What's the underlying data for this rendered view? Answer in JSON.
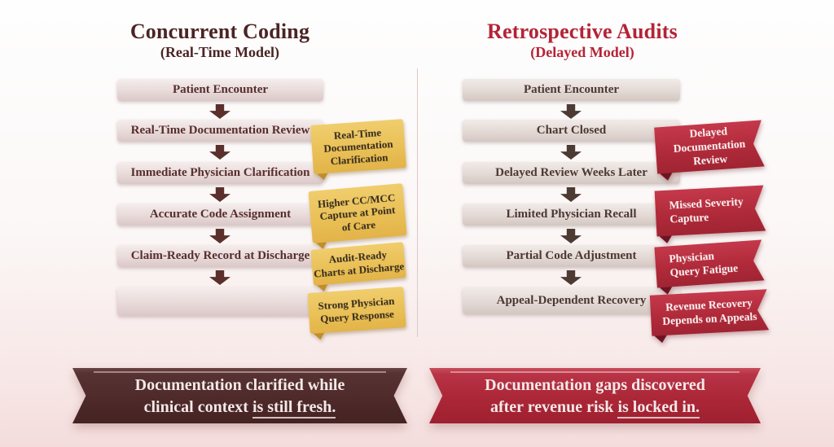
{
  "colors": {
    "left_accent": "#4b2424",
    "right_accent": "#b42336",
    "yellow_tag": "#e9bf55",
    "red_ribbon": "#b02a3a",
    "left_banner": "#4e2a2a",
    "right_banner": "#ab2737"
  },
  "left": {
    "title": "Concurrent Coding",
    "subtitle": "(Real-Time Model)",
    "steps": [
      "Patient Encounter",
      "Real-Time Documentation Review",
      "Immediate Physician Clarification",
      "Accurate Code Assignment",
      "Claim-Ready Record at Discharge",
      ""
    ],
    "tags": [
      "Real-Time\nDocumentation\nClarification",
      "Higher CC/MCC\nCapture at Point\nof Care",
      "Audit-Ready\nCharts at Discharge",
      "Strong Physician\nQuery Response"
    ],
    "banner": {
      "line1": "Documentation clarified while",
      "line2_prefix": "clinical context ",
      "line2_underlined": "is still fresh."
    }
  },
  "right": {
    "title": "Retrospective Audits",
    "subtitle": "(Delayed Model)",
    "steps": [
      "Patient Encounter",
      "Chart Closed",
      "Delayed Review Weeks Later",
      "Limited Physician Recall",
      "Partial Code Adjustment",
      "Appeal-Dependent Recovery"
    ],
    "ribbons": [
      "Delayed\nDocumentation\nReview",
      "Missed Severity\nCapture",
      "Physician\nQuery Fatigue",
      "Revenue Recovery\nDepends on Appeals"
    ],
    "banner": {
      "line1": "Documentation gaps discovered",
      "line2_prefix": "after revenue risk ",
      "line2_underlined": "is locked in."
    }
  }
}
